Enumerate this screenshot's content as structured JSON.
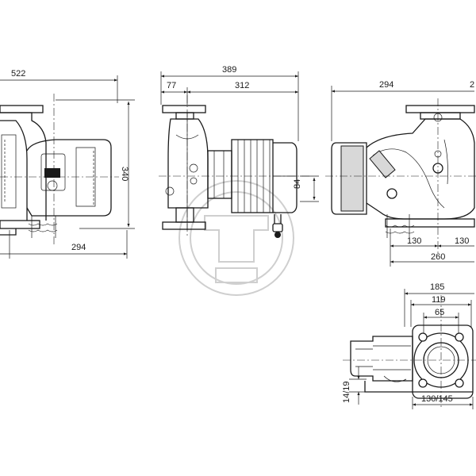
{
  "views": {
    "front": {
      "dim_total_width": "522",
      "dim_base_width": "294",
      "dim_height": "340"
    },
    "side": {
      "dim_total_length": "389",
      "dim_flange_offset": "77",
      "dim_motor_length": "312",
      "dim_shaft_height": "84"
    },
    "rear": {
      "dim_overall": "294",
      "dim_overall_cut": "2",
      "dim_left_half": "130",
      "dim_right_half": "130",
      "dim_bolt_span": "260"
    },
    "flange": {
      "dim_outer": "185",
      "dim_bolt_circle": "119",
      "dim_bore": "65",
      "dim_hole_spacing": "130/145",
      "dim_hole_size": "14/19"
    }
  }
}
